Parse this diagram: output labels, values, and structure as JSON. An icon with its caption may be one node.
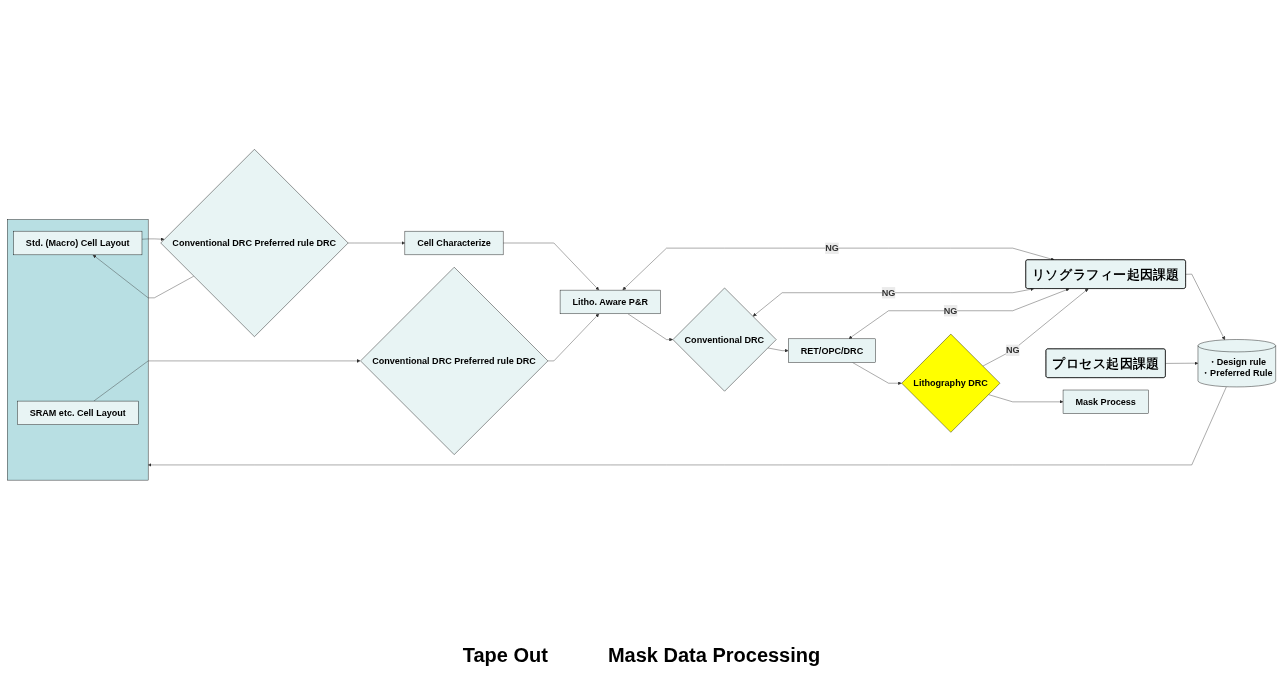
{
  "diagram": {
    "nodes": [
      {
        "text": [],
        "shape": "box"
      },
      {
        "text": [
          "SRAM etc. Cell Layout"
        ],
        "in": 0
      },
      {
        "text": [
          "Std. (Macro) Cell Layout"
        ],
        "in": 0
      },
      {
        "text": [
          "・Design rule",
          "・Preferred Rule"
        ]
      },
      {
        "text": [
          "Conventional DRC Preferred rule DRC"
        ]
      },
      {
        "text": [
          "Conventional DRC Preferred rule DRC"
        ]
      },
      {
        "text": [
          "リソグラフィー起因課題"
        ]
      },
      {
        "text": [
          "プロセス起因課題"
        ]
      },
      {
        "text": [
          "Cell Characterize"
        ]
      },
      {
        "text": [
          "Litho. Aware P&R"
        ]
      },
      {
        "text": [
          "Conventional DRC"
        ]
      },
      {
        "text": [
          "RET/OPC/DRC"
        ]
      },
      {
        "text": [
          "Lithography DRC"
        ]
      },
      {
        "text": [
          "Mask Process"
        ]
      }
    ],
    "edges": [
      {
        "from": 3,
        "to": 0,
        "arrow": "to"
      },
      {
        "from": 1,
        "to": 4,
        "arrow": "to"
      },
      {
        "from": 2,
        "to": 5,
        "arrow": "to"
      },
      {
        "from": 5,
        "to": 2,
        "arrow": "to"
      },
      {
        "from": 6,
        "to": 3,
        "arrow": "to"
      },
      {
        "from": 7,
        "to": 3,
        "arrow": "to"
      },
      {
        "from": 5,
        "to": 8,
        "arrow": "to"
      },
      {
        "from": 8,
        "to": 9,
        "arrow": "to"
      },
      {
        "from": 4,
        "to": 9,
        "arrow": "to"
      },
      {
        "from": 9,
        "to": 6,
        "arrow": "both",
        "label": "NG"
      },
      {
        "from": 9,
        "to": 10,
        "arrow": "to"
      },
      {
        "from": 10,
        "to": 6,
        "arrow": "both",
        "label": "NG"
      },
      {
        "from": 10,
        "to": 11,
        "arrow": "to"
      },
      {
        "from": 11,
        "to": 6,
        "arrow": "both",
        "label": "NG"
      },
      {
        "from": 11,
        "to": 12,
        "arrow": "to"
      },
      {
        "from": 12,
        "to": 6,
        "arrow": "to",
        "label": "NG"
      },
      {
        "from": 12,
        "to": 13,
        "arrow": "to"
      }
    ],
    "labels": [
      "Tape Out",
      "Mask Data Processing"
    ]
  }
}
